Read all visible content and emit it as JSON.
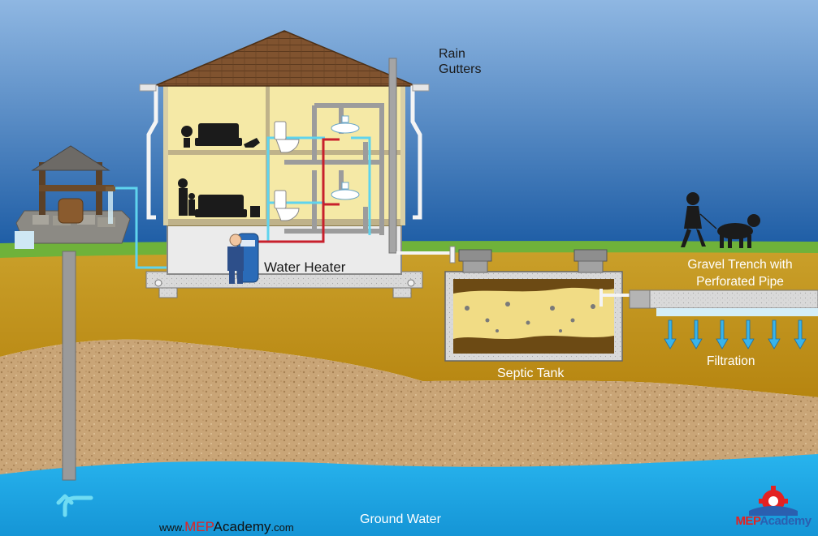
{
  "labels": {
    "rain_gutters_line1": "Rain",
    "rain_gutters_line2": "Gutters",
    "water_heater": "Water Heater",
    "gravel_trench_line1": "Gravel Trench with",
    "gravel_trench_line2": "Perforated Pipe",
    "septic_tank": "Septic Tank",
    "filtration": "Filtration",
    "ground_water": "Ground Water"
  },
  "website": {
    "prefix": "www.",
    "highlight": "MEP",
    "brand": "Academy",
    "suffix": ".com"
  },
  "logo": {
    "part1": "MEP",
    "part2": "Academy"
  },
  "colors": {
    "sky_top": "#6f9fd8",
    "sky_bottom": "#1d5fa8",
    "grass": "#6fb23a",
    "topsoil": "#c99a18",
    "gravel_soil": "#c9a87a",
    "ground_water": "#1fa6e6",
    "cold_water_pipe": "#5fd4ee",
    "hot_water_pipe": "#c8202c",
    "drain_pipe": "#9c9c9c",
    "house_wall": "#f5e9a6",
    "roof": "#7a4e2c"
  }
}
